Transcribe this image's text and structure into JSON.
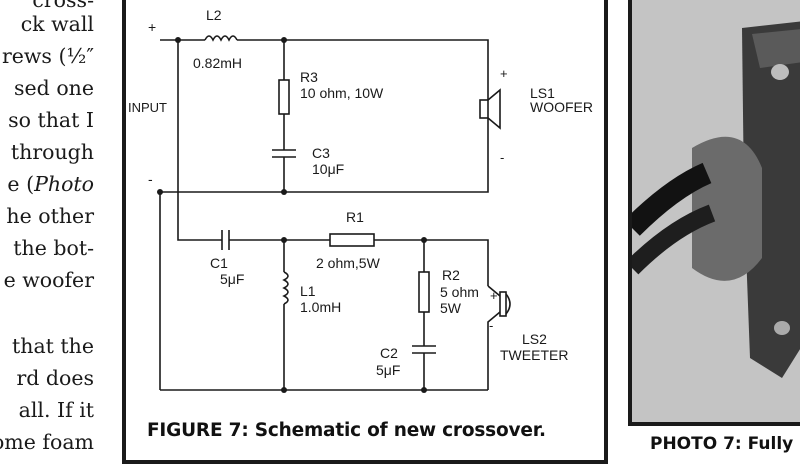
{
  "left_text": [
    "cross-",
    "ck wall",
    "rews (½″",
    "sed one",
    "so that I",
    "through",
    "e (Photo",
    "he other",
    "the bot-",
    "e woofer",
    "",
    "that the",
    "rd does",
    "all. If it",
    "ome foam"
  ],
  "figure": {
    "caption": "FIGURE 7: Schematic of new crossover.",
    "labels": {
      "plus_in": "+",
      "minus_in": "-",
      "input": "INPUT",
      "l2": "L2",
      "l2_val": "0.82mH",
      "r3": "R3",
      "r3_val": "10 ohm, 10W",
      "c3": "C3",
      "c3_val": "10μF",
      "ls1_plus": "+",
      "ls1_minus": "-",
      "ls1": "LS1",
      "ls1_name": "WOOFER",
      "c1": "C1",
      "c1_val": "5μF",
      "r1": "R1",
      "r1_val": "2 ohm,5W",
      "l1": "L1",
      "l1_val": "1.0mH",
      "r2": "R2",
      "r2_val1": "5 ohm",
      "r2_val2": "5W",
      "c2": "C2",
      "c2_val": "5μF",
      "ls2_plus": "+",
      "ls2_minus": "-",
      "ls2": "LS2",
      "ls2_name": "TWEETER"
    }
  },
  "photo": {
    "caption": "PHOTO 7: Fully"
  }
}
